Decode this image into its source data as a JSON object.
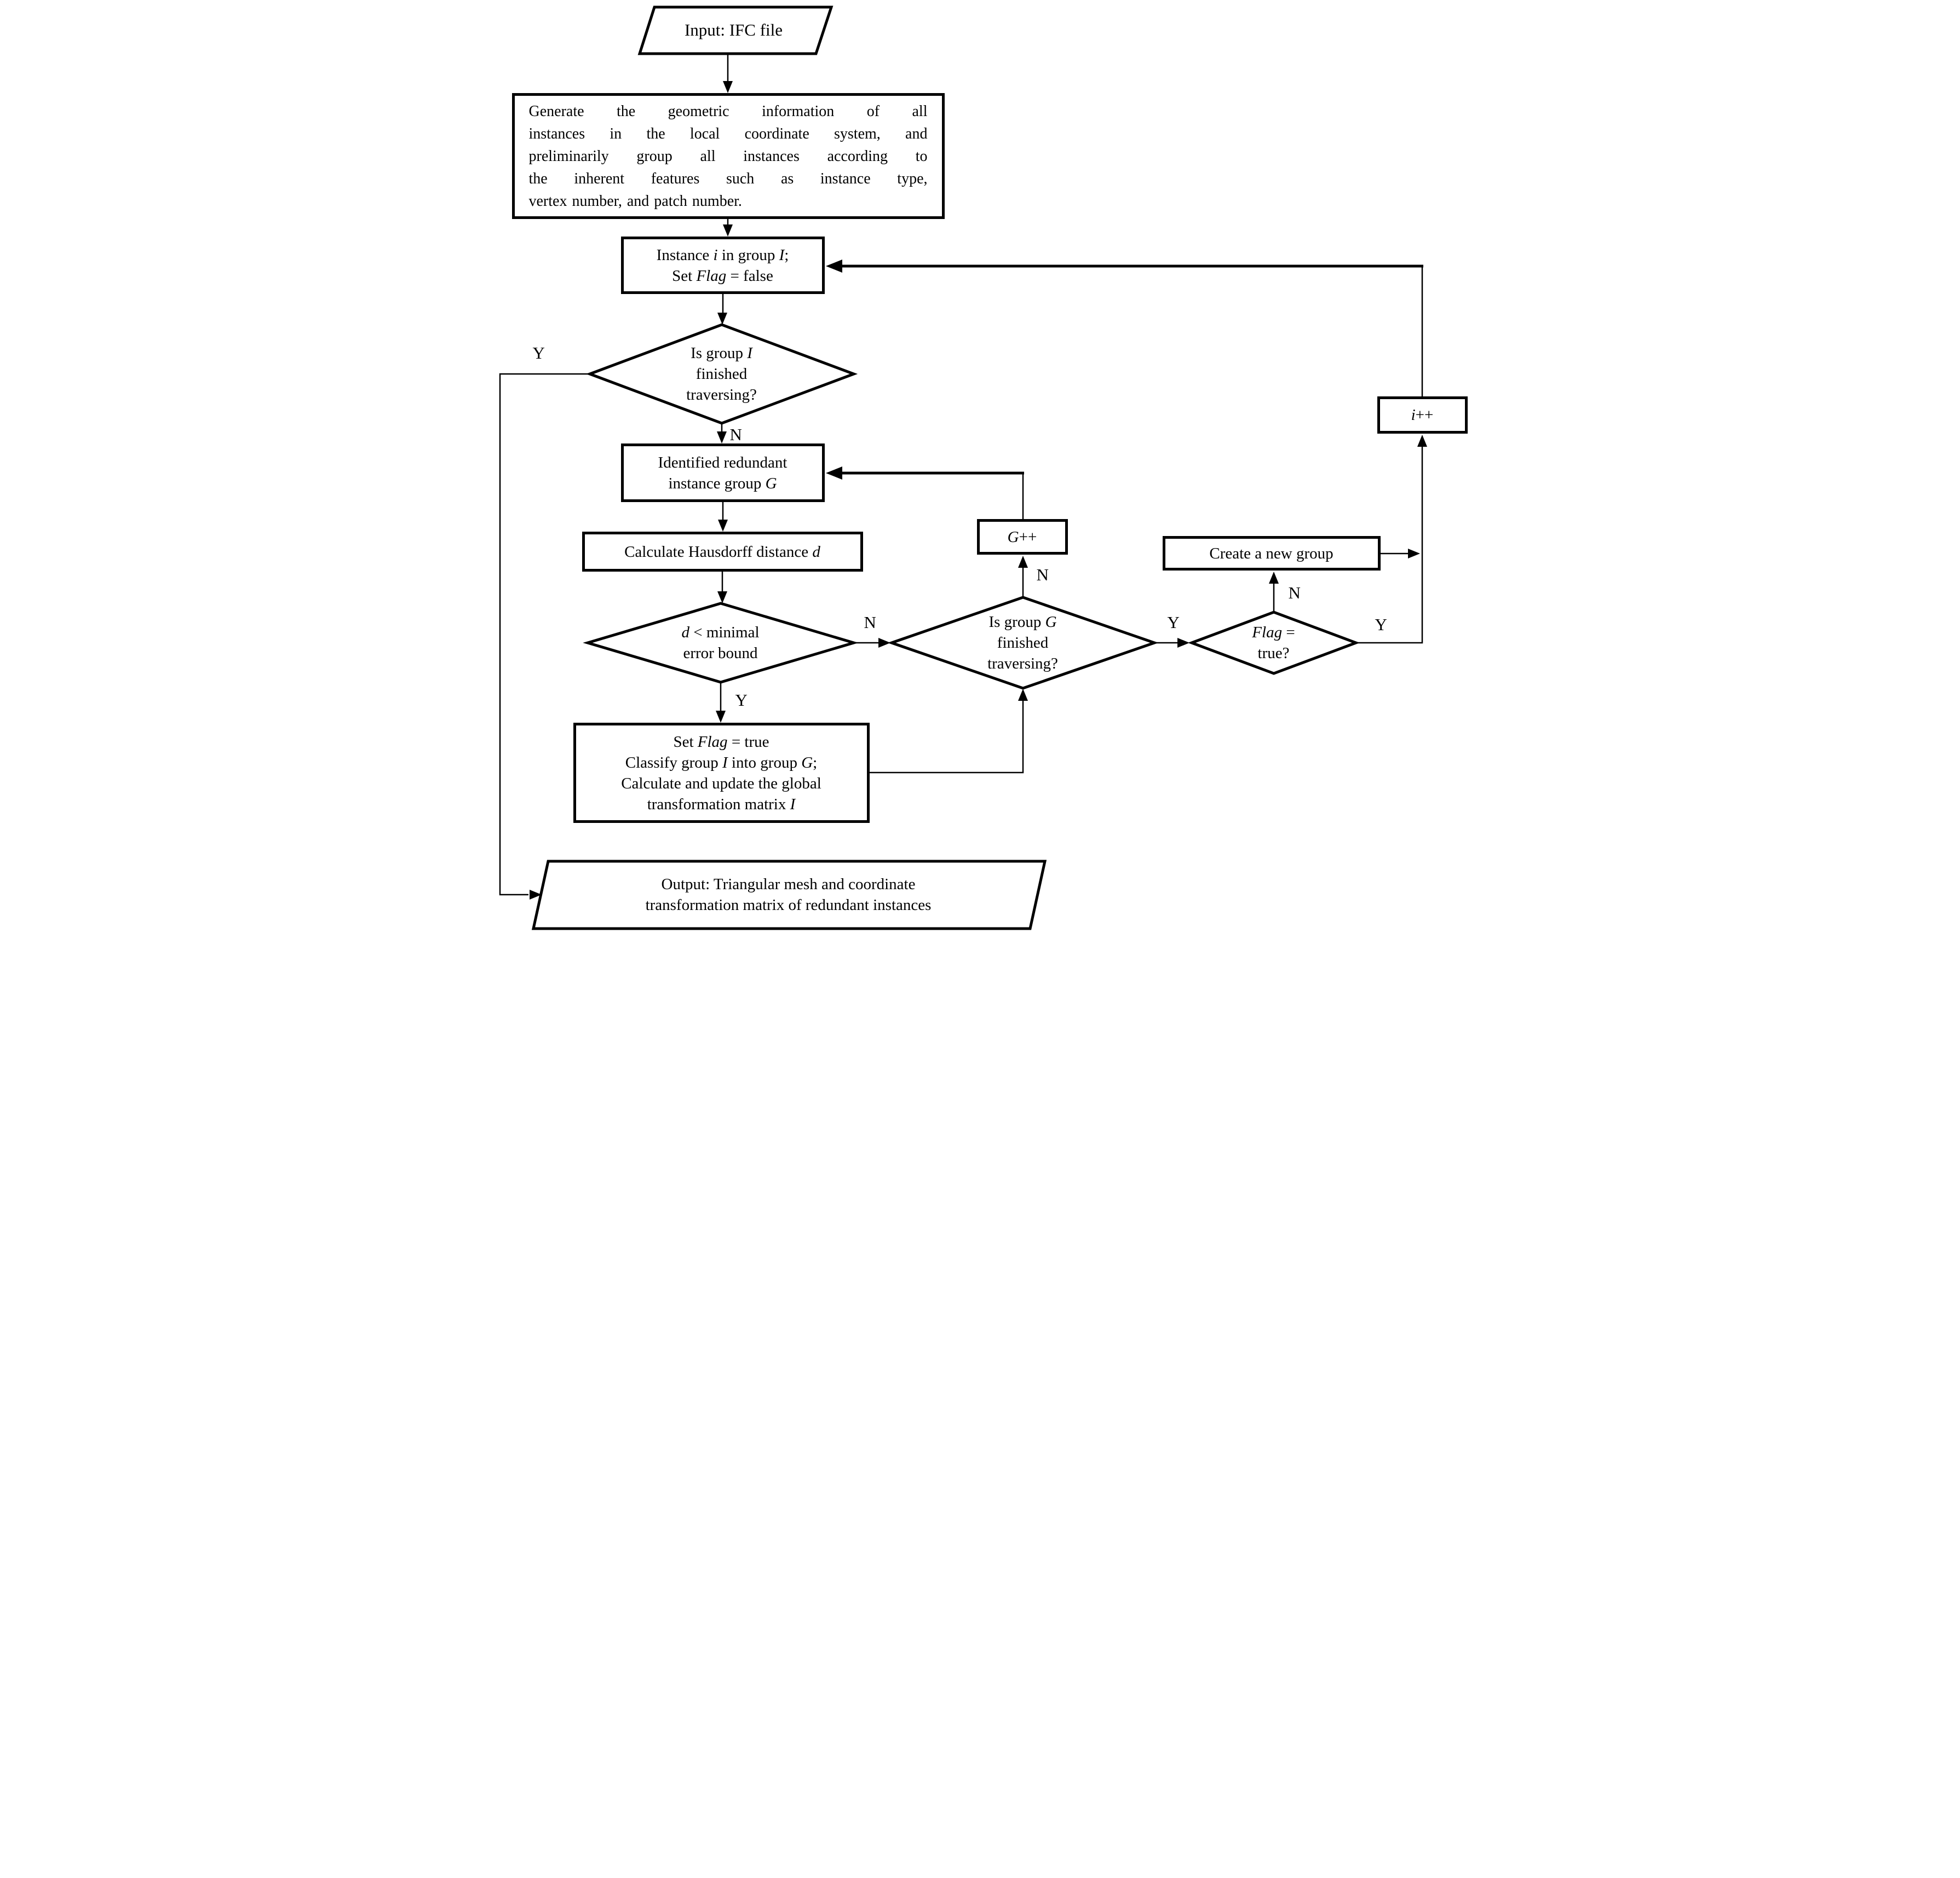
{
  "title": "Flowchart: redundant instance identification from IFC file",
  "colors": {
    "stroke": "#000000",
    "background": "#ffffff",
    "text": "#000000"
  },
  "nodes": {
    "input": {
      "text": "Input: IFC file"
    },
    "generate": {
      "lines": [
        "Generate the geometric information of all",
        "instances in the local coordinate system, and",
        "preliminarily group all instances according to",
        "the inherent features such as instance type,",
        "vertex number, and patch number."
      ]
    },
    "instance": {
      "line1": [
        "Instance ",
        "i",
        " in group ",
        "I",
        ";"
      ],
      "line2": [
        "Set ",
        "Flag",
        " = false"
      ]
    },
    "group_i_check": {
      "line1": [
        "Is group ",
        "I"
      ],
      "line2": "finished",
      "line3": "traversing?"
    },
    "identified": {
      "line1": "Identified redundant",
      "line2": [
        "instance group ",
        "G"
      ]
    },
    "hausdorff": {
      "line": [
        "Calculate Hausdorff distance ",
        "d"
      ]
    },
    "error_bound": {
      "line1": [
        "d",
        " < minimal"
      ],
      "line2": "error bound"
    },
    "group_g_check": {
      "line1": [
        "Is group ",
        "G"
      ],
      "line2": "finished",
      "line3": "traversing?"
    },
    "set_flag": {
      "line1": [
        "Set ",
        "Flag",
        " = true"
      ],
      "line2": [
        "Classify group ",
        "I",
        " into group ",
        "G",
        ";"
      ],
      "line3": "Calculate and update the global",
      "line4": [
        "transformation matrix ",
        "I"
      ]
    },
    "g_plus": {
      "line": [
        "G",
        "++"
      ]
    },
    "create_group": {
      "text": "Create a new group"
    },
    "flag_check": {
      "line1": [
        "Flag",
        " ="
      ],
      "line2": "true?"
    },
    "i_plus": {
      "line": [
        "i",
        "++"
      ]
    },
    "output": {
      "line1": "Output: Triangular mesh and coordinate",
      "line2": "transformation matrix of redundant instances"
    }
  },
  "labels": {
    "group_i_yes": "Y",
    "group_i_no": "N",
    "error_bound_no": "N",
    "error_bound_yes": "Y",
    "group_g_no": "N",
    "group_g_yes": "Y",
    "flag_no": "N",
    "flag_yes": "Y"
  }
}
